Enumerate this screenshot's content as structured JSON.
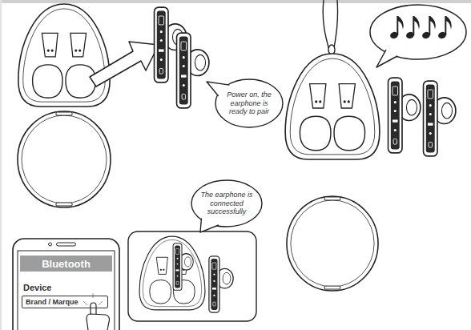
{
  "diagram": {
    "nodes": [
      {
        "text": [
          "Power on, the earphone is ready to pair"
        ]
      },
      {
        "text": [
          "The earphone is connected successfully"
        ]
      },
      {
        "text": [
          "Device"
        ]
      },
      {
        "text": [
          "Bluetooth"
        ],
        "in": 2
      },
      {
        "text": [
          "Brand / Marque"
        ],
        "in": 2
      }
    ]
  }
}
